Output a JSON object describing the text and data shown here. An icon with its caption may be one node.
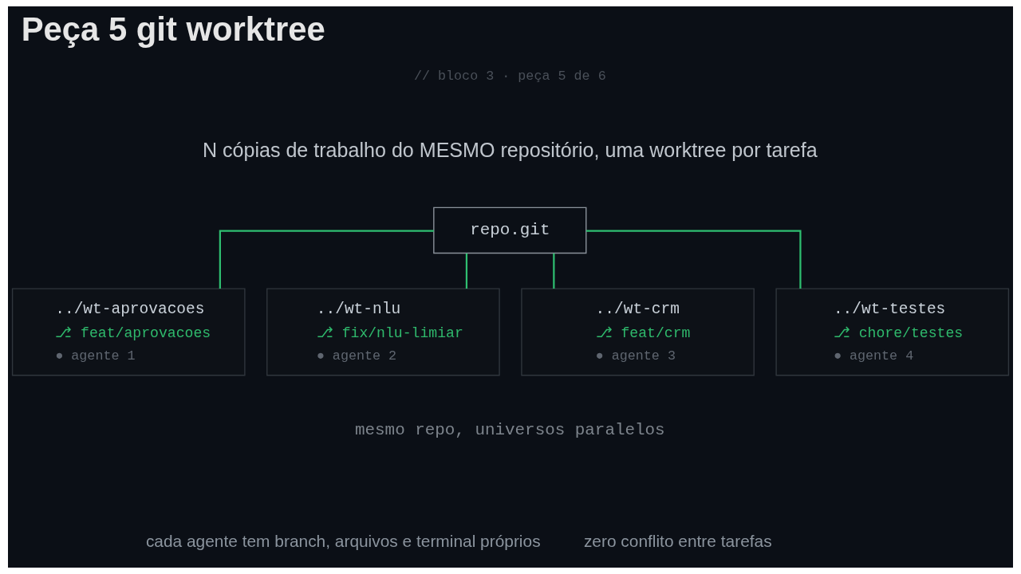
{
  "diagram": {
    "title": "Peça 5 git worktree",
    "nodes": [
      {
        "text": [
          "repo.git"
        ]
      },
      {
        "text": [
          "../wt-aprovacoes",
          "⎇ feat/aprovacoes",
          "● agente 1"
        ]
      },
      {
        "text": [
          "../wt-nlu",
          "⎇ fix/nlu-limiar",
          "● agente 2"
        ]
      },
      {
        "text": [
          "../wt-crm",
          "⎇ feat/crm",
          "● agente 3"
        ]
      },
      {
        "text": [
          "../wt-testes",
          "⎇ chore/testes",
          "● agente 4"
        ]
      }
    ],
    "edges": [
      {
        "from": 0,
        "to": 1,
        "arrow": "none"
      },
      {
        "from": 0,
        "to": 2,
        "arrow": "none"
      },
      {
        "from": 0,
        "to": 3,
        "arrow": "none"
      },
      {
        "from": 0,
        "to": 4,
        "arrow": "none"
      }
    ],
    "labels": [
      "// bloco 3 · peça 5 de 6",
      "N cópias de trabalho do MESMO repositório, uma worktree por tarefa",
      "mesmo repo, universos paralelos",
      "cada agente tem branch, arquivos e terminal próprios",
      "zero conflito entre tarefas"
    ]
  }
}
